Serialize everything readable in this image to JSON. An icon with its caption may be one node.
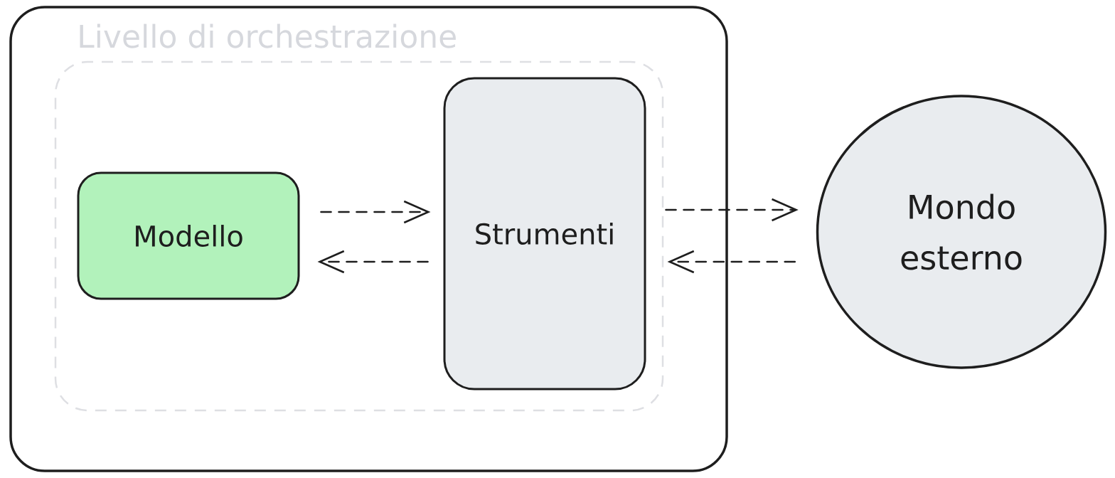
{
  "diagram": {
    "nodes": [
      {
        "text": [
          "Livello di orchestrazione"
        ]
      },
      {
        "text": [],
        "shape": "box",
        "in": 0
      },
      {
        "text": [
          "Modello"
        ],
        "in": 1
      },
      {
        "text": [
          "Strumenti"
        ],
        "in": 1
      },
      {
        "text": [
          "Mondo esterno"
        ]
      }
    ],
    "edges": [
      {
        "from": 2,
        "to": 3,
        "arrow": "to",
        "style": "dashed"
      },
      {
        "from": 3,
        "to": 2,
        "arrow": "to",
        "style": "dashed"
      },
      {
        "from": 3,
        "to": 4,
        "arrow": "to",
        "style": "dashed"
      },
      {
        "from": 4,
        "to": 3,
        "arrow": "to",
        "style": "dashed"
      }
    ]
  }
}
